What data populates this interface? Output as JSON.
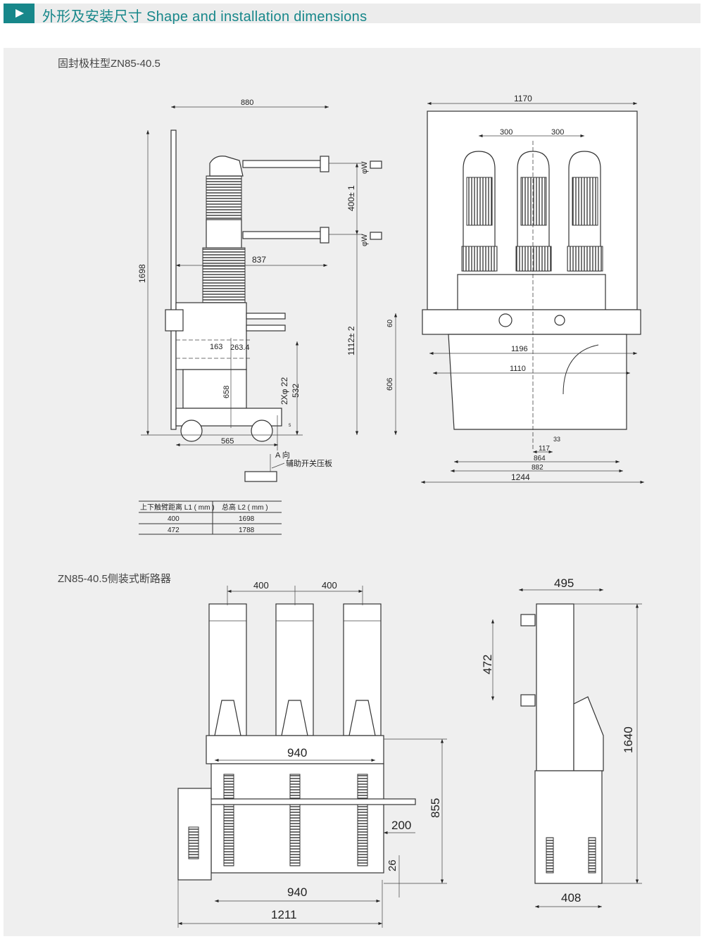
{
  "header": {
    "title": "外形及安装尺寸 Shape and installation dimensions",
    "icon": "play-icon",
    "accent": "#17878a"
  },
  "section1": {
    "caption": "固封极柱型ZN85-40.5",
    "side_view": {
      "dim_880": "880",
      "dim_1698": "1698",
      "dim_837": "837",
      "dim_400": "400± 1",
      "dim_1112": "1112± 2",
      "dim_163": "163",
      "dim_263": "263.4",
      "dim_658": "658",
      "dim_2x22": "2Xφ 22",
      "dim_532": "532",
      "dim_5": "5",
      "dim_565": "565",
      "phi_w_top": "φW",
      "phi_w_bottom": "φW",
      "view_a": "A 向",
      "aux_plate": "辅助开关压板"
    },
    "front_view": {
      "dim_1170": "1170",
      "dim_300a": "300",
      "dim_300b": "300",
      "dim_60": "60",
      "dim_606": "606",
      "dim_1196": "1196",
      "dim_1110": "1110",
      "dim_33": "33",
      "dim_117": "117",
      "dim_864": "864",
      "dim_882": "882",
      "dim_1244": "1244"
    },
    "table": {
      "headers": [
        "上下触臂距离 L1 ( mm )",
        "总高 L2 (   mm )"
      ],
      "rows": [
        [
          "400",
          "1698"
        ],
        [
          "472",
          "1788"
        ]
      ]
    }
  },
  "section2": {
    "caption": "ZN85-40.5侧装式断路器",
    "front_view": {
      "dim_400a": "400",
      "dim_400b": "400",
      "dim_940_top": "940",
      "dim_855": "855",
      "dim_200": "200",
      "dim_26": "26",
      "dim_940_bottom": "940",
      "dim_1211": "1211"
    },
    "side_view": {
      "dim_495": "495",
      "dim_472": "472",
      "dim_1640": "1640",
      "dim_408": "408"
    }
  }
}
